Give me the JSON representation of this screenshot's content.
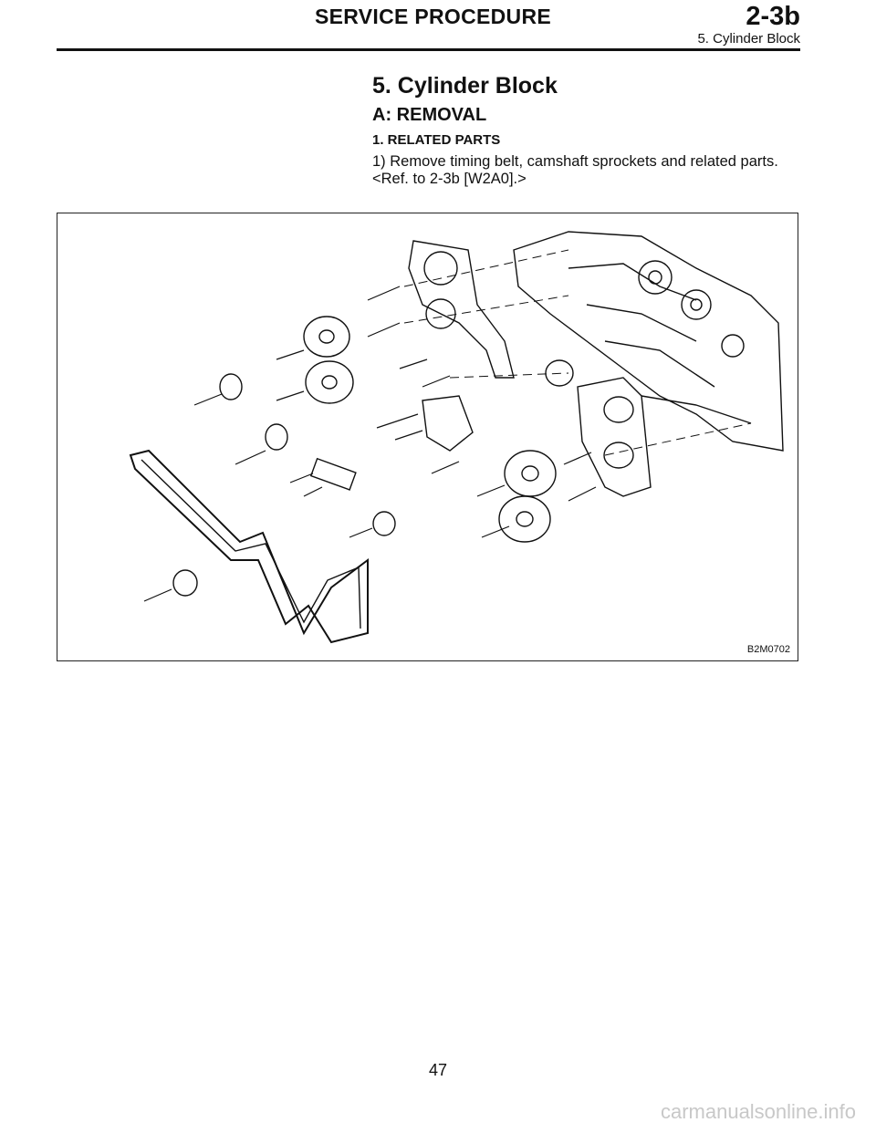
{
  "header": {
    "section_title": "SERVICE PROCEDURE",
    "code": "2-3b",
    "subsection": "5. Cylinder Block"
  },
  "content": {
    "title": "5. Cylinder Block",
    "subtitle": "A: REMOVAL",
    "heading": "1. RELATED PARTS",
    "paragraph_line1": "1) Remove timing belt, camshaft sprockets and related parts.",
    "paragraph_line2": "<Ref. to 2-3b [W2A0].>"
  },
  "figure": {
    "label": "B2M0702"
  },
  "footer": {
    "page_number": "47",
    "watermark": "carmanualsonline.info"
  }
}
